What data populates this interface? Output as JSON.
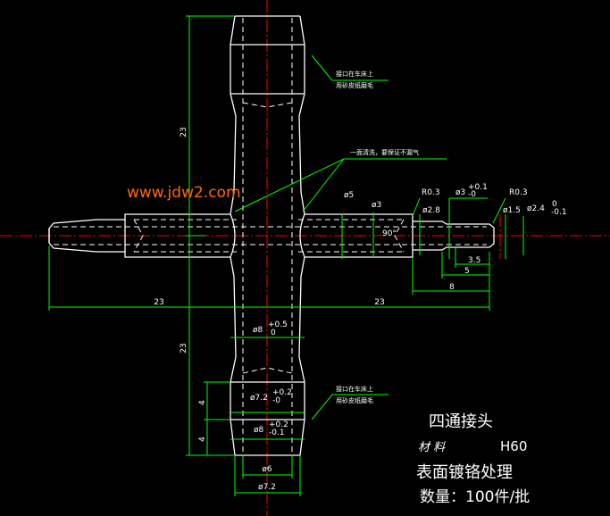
{
  "watermark": "www.jdw2.com",
  "colors": {
    "background": "#000000",
    "outline": "#ffffff",
    "dimension": "#00ff00",
    "centerline": "#ff0000",
    "text": "#ffffff",
    "watermark": "#ff6a00"
  },
  "notes": {
    "top_line1": "接口在车床上",
    "top_line2": "用砂皮纸磨毛",
    "middle": "一面清洗，要保证不漏气",
    "bottom_line1": "接口在车床上",
    "bottom_line2": "用砂皮纸磨毛"
  },
  "dimensions": {
    "height_upper": "23",
    "height_lower": "23",
    "width_left": "23",
    "width_right": "23",
    "dia_5": "ø5",
    "dia_3": "ø3",
    "dia_3_tol_upper": "+0.1",
    "dia_3_tol_lower": "-0",
    "dia_2_8": "ø2.8",
    "dia_1_5": "ø1.5",
    "dia_2_4": "ø2.4",
    "dia_2_4_tol_upper": "0",
    "dia_2_4_tol_lower": "-0.1",
    "r_left": "R0.3",
    "r_right": "R0.3",
    "angle": "90°",
    "len_3_5": "3.5",
    "len_5": "5",
    "len_8": "8",
    "dia_8": "ø8",
    "dia_8_tol_upper": "+0.5",
    "dia_8_tol_lower": "0",
    "dia_7_2": "ø7.2",
    "dia_7_2_tol_upper": "+0.2",
    "dia_7_2_tol_lower": "-0",
    "dia_8b": "ø8",
    "dia_8b_tol_upper": "+0.2",
    "dia_8b_tol_lower": "-0.1",
    "seg_4a": "4",
    "seg_4b": "4",
    "dia_6": "ø6",
    "dia_7_2b": "ø7.2"
  },
  "title_block": {
    "part_name": "四通接头",
    "material_label": "材 料",
    "material_value": "H60",
    "surface": "表面镀铬处理",
    "quantity": "数量：100件/批"
  }
}
